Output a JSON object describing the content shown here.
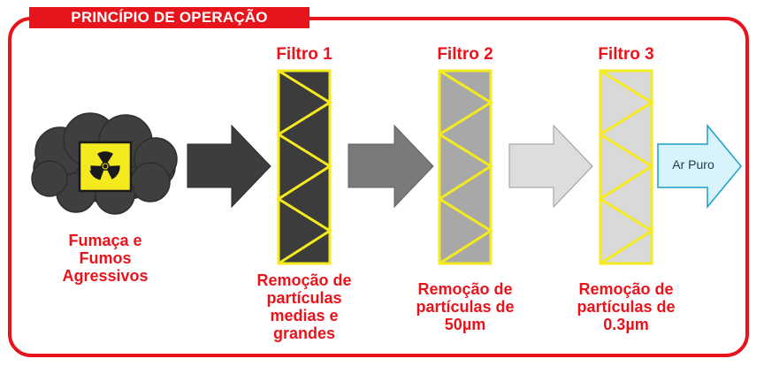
{
  "header": {
    "title": "PRINCÍPIO DE OPERAÇÃO"
  },
  "source": {
    "label": "Fumaça e\nFumos\nAgressivos",
    "icon": "radiation-icon"
  },
  "filters": [
    {
      "title": "Filtro 1",
      "caption": "Remoção de\npartículas\nmedias e\ngrandes",
      "fill": "#3c3c3c"
    },
    {
      "title": "Filtro 2",
      "caption": "Remoção de\npartículas de\n50µm",
      "fill": "#a8a8a8"
    },
    {
      "title": "Filtro 3",
      "caption": "Remoção de\npartículas de\n0.3µm",
      "fill": "#d9d9d9"
    }
  ],
  "output": {
    "label": "Ar Puro"
  },
  "colors": {
    "accent": "#e8141c",
    "filter_border": "#f5ea1e",
    "arrow1": "#3d3d3d",
    "arrow2": "#7a7a7a",
    "arrow3": "#dddddd",
    "arrow_out": "#d8f3fb"
  }
}
